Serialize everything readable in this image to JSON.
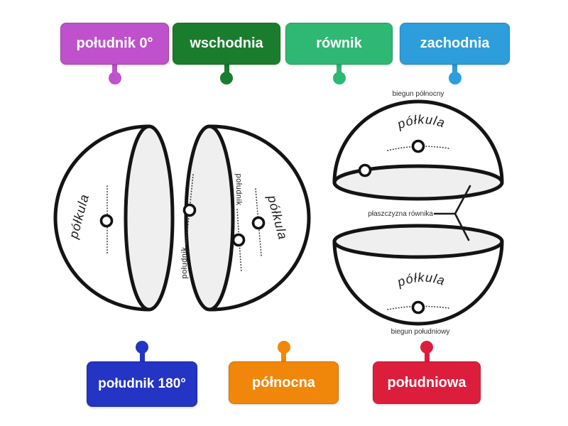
{
  "word_bank_top": [
    {
      "label": "południk 0°",
      "color": "#bf52cc"
    },
    {
      "label": "wschodnia",
      "color": "#1a7d2e"
    },
    {
      "label": "równik",
      "color": "#2eb873"
    },
    {
      "label": "zachodnia",
      "color": "#2d9edb"
    }
  ],
  "word_bank_bottom": [
    {
      "label": "południk 180°",
      "color": "#2434c4"
    },
    {
      "label": "północna",
      "color": "#f0870a"
    },
    {
      "label": "południowa",
      "color": "#dc1e3c"
    }
  ],
  "diagram": {
    "left_hemisphere_label": "półkula",
    "middle_hemisphere_label": "półkula",
    "meridian_outer_label": "południk",
    "meridian_inner_label": "południk",
    "upper_hemisphere_label": "półkula",
    "lower_hemisphere_label": "półkula",
    "north_pole_label": "biegun północny",
    "south_pole_label": "biegun południowy",
    "equator_plane_label": "płaszczyzna równika"
  }
}
